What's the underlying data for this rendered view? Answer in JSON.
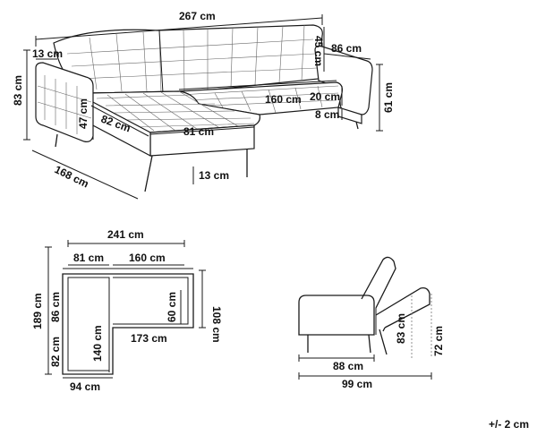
{
  "iso_view": {
    "width": "267 cm",
    "arm_width": "13 cm",
    "back_height": "45 cm",
    "side_depth": "86 cm",
    "total_height": "83 cm",
    "seat_width": "160 cm",
    "seat_height_gap": "20 cm",
    "arm_height": "47 cm",
    "chaise_depth": "82 cm",
    "chaise_width": "81 cm",
    "side_height": "61 cm",
    "leg_height_back": "8 cm",
    "total_depth": "168 cm",
    "leg_height": "13 cm"
  },
  "plan_view": {
    "top_width": "241 cm",
    "left_section": "81 cm",
    "right_section": "160 cm",
    "total_depth": "189 cm",
    "upper_depth": "86 cm",
    "lower_depth": "82 cm",
    "inner_chaise": "140 cm",
    "inner_seat_depth": "60 cm",
    "right_depth": "108 cm",
    "inner_length": "173 cm",
    "bottom_width": "94 cm"
  },
  "side_view": {
    "seat_depth": "88 cm",
    "total_depth": "99 cm",
    "reclined_height": "83 cm",
    "height": "72 cm"
  },
  "tolerance": "+/- 2 cm"
}
